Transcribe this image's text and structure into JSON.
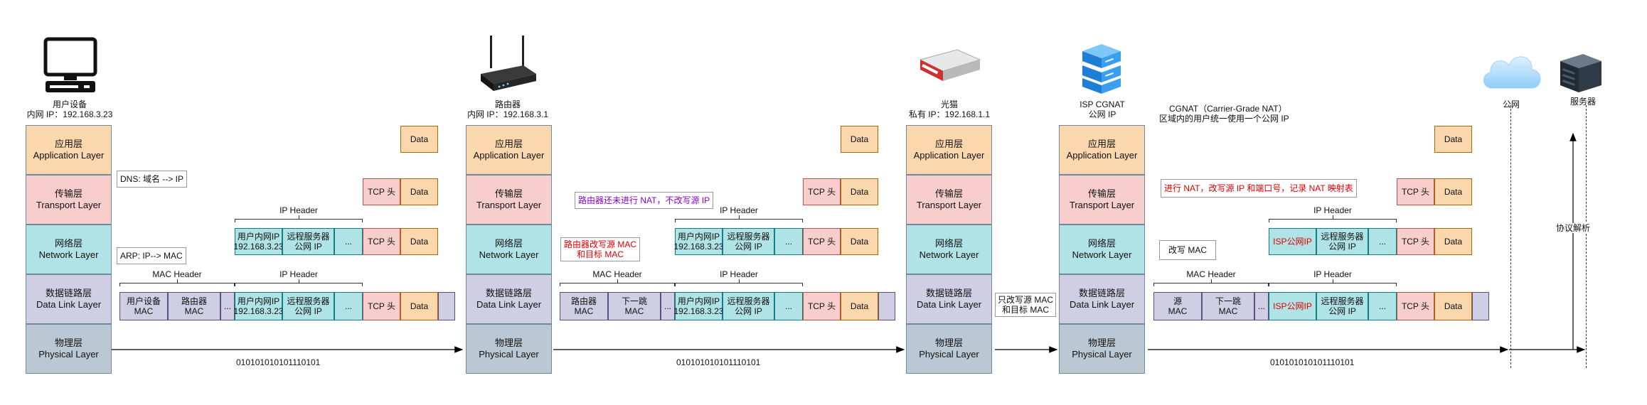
{
  "nodes": {
    "user": {
      "name": "用户设备",
      "ip": "内网 IP：192.168.3.23"
    },
    "router": {
      "name": "路由器",
      "ip": "内网 IP：192.168.3.1"
    },
    "modem": {
      "name": "光猫",
      "ip": "私有 IP：192.168.1.1"
    },
    "cgnat": {
      "name": "ISP  CGNAT",
      "ip": "公网 IP"
    },
    "internet": {
      "name": "公网"
    },
    "server": {
      "name": "服务器"
    }
  },
  "cgnat_desc": {
    "line1": "CGNAT（Carrier-Grade NAT）",
    "line2": "区域内的用户统一使用一个公网 IP"
  },
  "layers": {
    "app": {
      "cn": "应用层",
      "en": "Application Layer"
    },
    "transport": {
      "cn": "传输层",
      "en": "Transport Layer"
    },
    "network": {
      "cn": "网络层",
      "en": "Network Layer"
    },
    "datalink": {
      "cn": "数据链路层",
      "en": "Data Link Layer"
    },
    "physical": {
      "cn": "物理层",
      "en": "Physical Layer"
    }
  },
  "packets": {
    "data": "Data",
    "tcp": "TCP 头",
    "ellipsis": "...",
    "ip_header": "IP Header",
    "mac_header": "MAC Header",
    "bits": "010101010101110101"
  },
  "segment1": {
    "src_ip_a": "用户内网IP",
    "src_ip_b": "192.168.3.23",
    "dst_ip_a": "远程服务器",
    "dst_ip_b": "公网 IP",
    "src_mac_a": "用户设备",
    "src_mac_b": "MAC",
    "dst_mac_a": "路由器",
    "dst_mac_b": "MAC"
  },
  "segment2": {
    "src_ip_a": "用户内网IP",
    "src_ip_b": "192.168.3.23",
    "dst_ip_a": "远程服务器",
    "dst_ip_b": "公网 IP",
    "src_mac_a": "路由器",
    "src_mac_b": "MAC",
    "dst_mac_a": "下一跳",
    "dst_mac_b": "MAC"
  },
  "segment3": {
    "src_ip_a": "ISP公网IP",
    "dst_ip_a": "远程服务器",
    "dst_ip_b": "公网 IP",
    "src_mac_a": "源",
    "src_mac_b": "MAC",
    "dst_mac_a": "下一跳",
    "dst_mac_b": "MAC"
  },
  "notes": {
    "dns": "DNS: 域名 --> IP",
    "arp": "ARP: IP--> MAC",
    "router_no_nat": "路由器还未进行 NAT，不改写源 IP",
    "router_mac_a": "路由器改写源 MAC",
    "router_mac_b": "和目标 MAC",
    "modem_mac_a": "只改写源 MAC",
    "modem_mac_b": "和目标 MAC",
    "cgnat_nat": "进行 NAT，改写源 IP 和端口号，记录 NAT 映射表",
    "cgnat_mac": "改写 MAC",
    "protocol": "协议解析"
  },
  "colors": {
    "app": "#fad7ac",
    "transport": "#f8cecc",
    "network": "#b0e3e6",
    "datalink": "#d0cee2",
    "physical": "#bac8d3",
    "highlight": "#e00000"
  }
}
